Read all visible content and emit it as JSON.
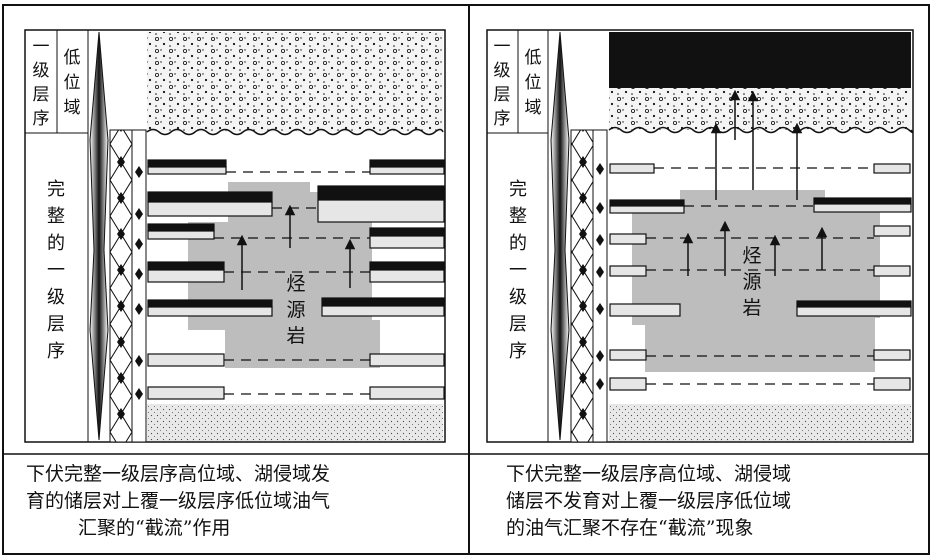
{
  "panels": [
    {
      "side_label_top": [
        "一",
        "级",
        "层",
        "序"
      ],
      "zone_label_top": [
        "低",
        "位",
        "域"
      ],
      "zone_label_main": [
        "完",
        "整",
        "的",
        "一",
        "级",
        "层",
        "序"
      ],
      "source_rock_label": [
        "烃",
        "源",
        "岩"
      ],
      "caption": [
        "下伏完整一级层序高位域、湖侵域发",
        "育的储层对上覆一级层序低位域油气",
        "汇聚的“截流”作用"
      ]
    },
    {
      "side_label_top": [
        "一",
        "级",
        "层",
        "序"
      ],
      "zone_label_top": [
        "低",
        "位",
        "域"
      ],
      "zone_label_main": [
        "完",
        "整",
        "的",
        "一",
        "级",
        "层",
        "序"
      ],
      "source_rock_label": [
        "烃",
        "源",
        "岩"
      ],
      "caption": [
        "下伏完整一级层序高位域、湖侵域",
        "储层不发育对上覆一级层序低位域",
        "的油气汇聚不存在“截流”现象"
      ]
    }
  ],
  "colors": {
    "ink": "#111111",
    "source_rock": "#bdbdbd",
    "sand": "#e6e6e6"
  }
}
